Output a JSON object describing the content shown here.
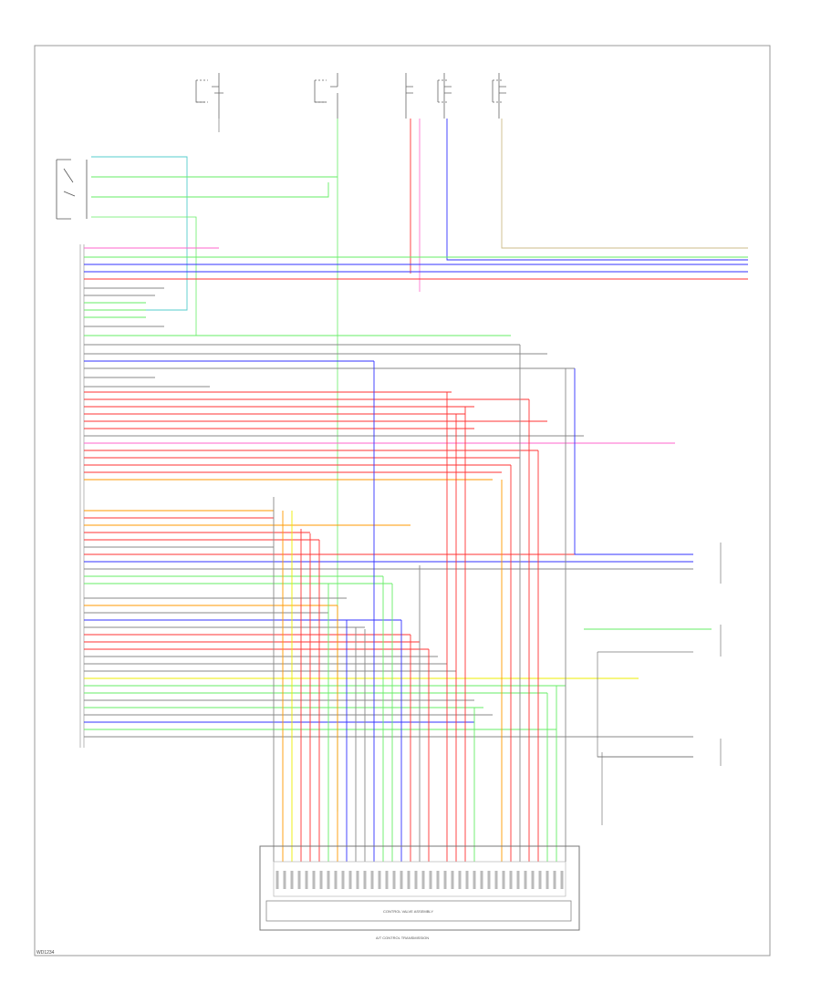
{
  "footer": {
    "code": "WD1234"
  },
  "components": {
    "transmission_label": "A/T CONTROL TRANSMISSION",
    "inner_label": "CONTROL VALVE ASSEMBLY"
  },
  "wire_colors": {
    "pink": "#ff66cc",
    "green": "#66ee66",
    "blue": "#3333ff",
    "red": "#ff3333",
    "orange": "#ff9900",
    "yellow": "#eeee00",
    "tan": "#ccbb88",
    "gray": "#888888",
    "black": "#222222",
    "cyan": "#55cccc",
    "darkgreen": "#44aa44"
  }
}
